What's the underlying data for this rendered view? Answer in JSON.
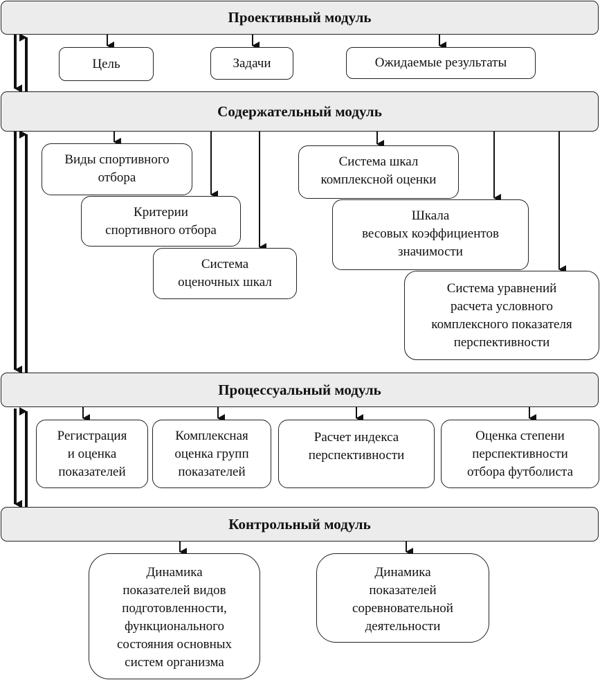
{
  "modules": {
    "projective": "Проективный модуль",
    "content": "Содержательный модуль",
    "process": "Процессуальный модуль",
    "control": "Контрольный модуль"
  },
  "projective_items": {
    "goal": "Цель",
    "tasks": "Задачи",
    "results": "Ожидаемые результаты"
  },
  "content_items": {
    "selection_types": "Виды спортивного\nотбора",
    "selection_criteria": "Критерии\nспортивного отбора",
    "rating_scales": "Система\nоценочных шкал",
    "complex_scales": "Система шкал\nкомплексной оценки",
    "weight_scale": "Шкала\nвесовых коэффициентов\nзначимости",
    "equations": "Система уравнений\nрасчета условного\nкомплексного показателя\nперспективности"
  },
  "process_items": {
    "registration": "Регистрация\nи оценка\nпоказателей",
    "group_assessment": "Комплексная\nоценка групп\nпоказателей",
    "index_calc": "Расчет индекса\nперспективности",
    "degree_assessment": "Оценка степени\nперспективности\nотбора футболиста"
  },
  "control_items": {
    "preparedness_dynamics": "Динамика\nпоказателей видов\nподготовленности,\nфункционального\nсостояния основных\nсистем организма",
    "competitive_dynamics": "Динамика\nпоказателей\nсоревновательной\nдеятельности"
  }
}
